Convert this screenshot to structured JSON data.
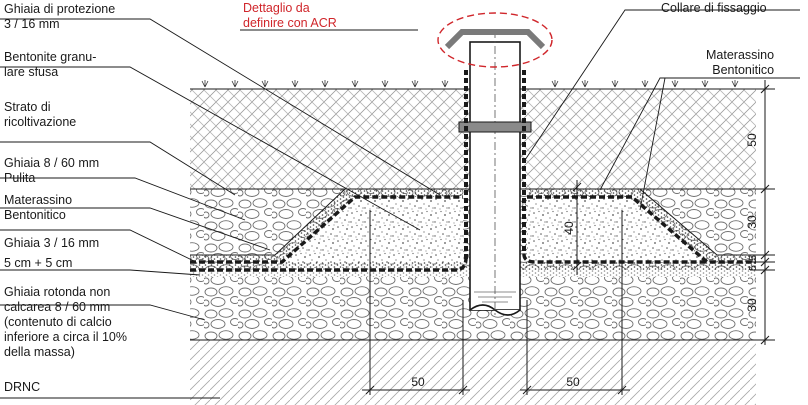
{
  "labels": {
    "ghiaia_protezione": [
      "Ghiaia di protezione",
      "3 / 16 mm"
    ],
    "bentonite": [
      "Bentonite granu-",
      "lare sfusa"
    ],
    "strato": [
      "Strato di",
      "ricoltivazione"
    ],
    "ghiaia_8_60": [
      "Ghiaia 8 / 60 mm",
      "Pulita"
    ],
    "materassino_left": [
      "Materassino",
      "Bentonitico"
    ],
    "ghiaia_3_16": [
      "Ghiaia 3 / 16 mm",
      "5 cm + 5 cm"
    ],
    "ghiaia_rotonda": [
      "Ghiaia rotonda non",
      "calcarea 8 / 60 mm",
      "(contenuto di calcio",
      "inferiore a circa il 10%",
      "della massa)"
    ],
    "drnc": "DRNC",
    "dettaglio": [
      "Dettaglio da",
      "definire con ACR"
    ],
    "collare": "Collare di fissaggio",
    "materassino_right": [
      "Materassino",
      "Bentonitico"
    ]
  },
  "dimensions": {
    "bottom_left": "50",
    "bottom_right": "50",
    "vertical_40": "40",
    "right_50": "50",
    "right_30_top": "30",
    "right_5a": "5",
    "right_5b": "5",
    "right_30_bottom": "30"
  },
  "colors": {
    "line": "#1a1a1a",
    "accent": "#d0262b",
    "hatch": "#9a9a9a"
  }
}
